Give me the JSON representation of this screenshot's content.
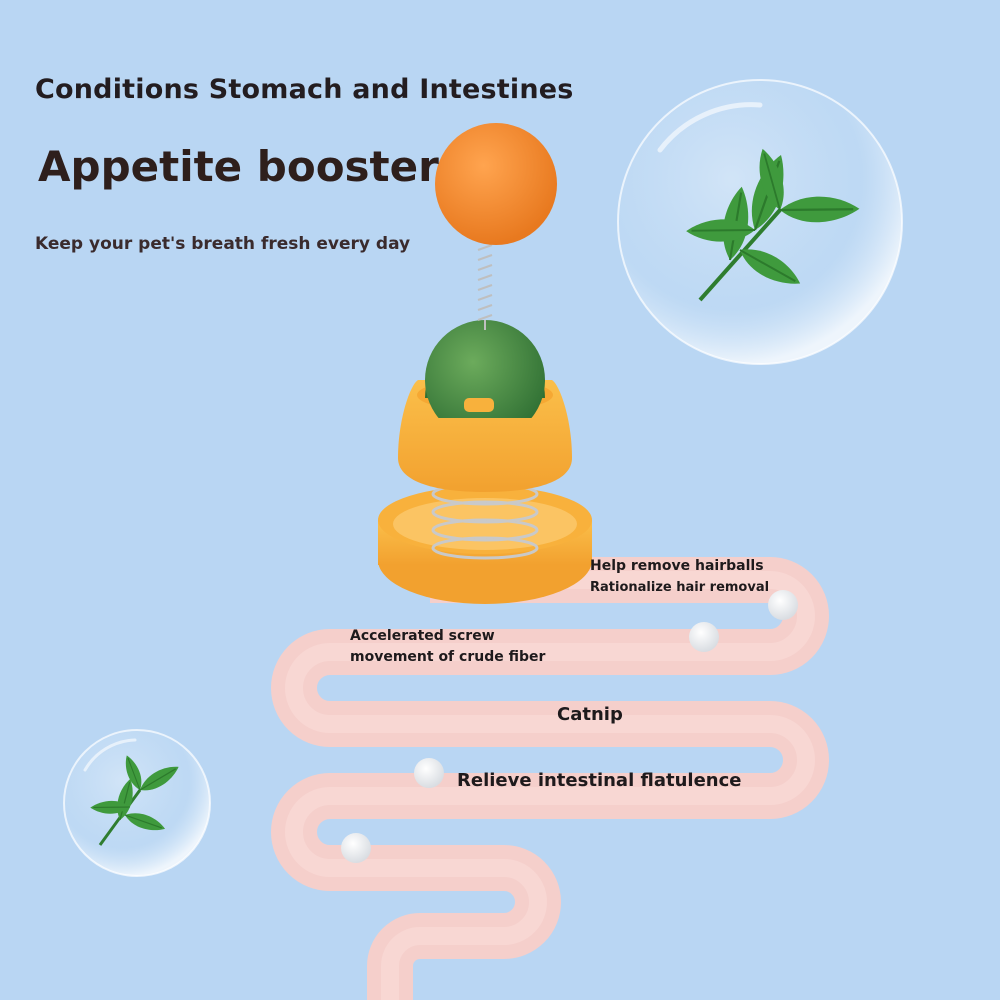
{
  "headline": "Conditions Stomach and Intestines",
  "title": "Appetite booster",
  "subtitle": "Keep your pet's breath fresh every day",
  "labels": {
    "hairballs": "Help remove hairballs",
    "hair_removal": "Rationalize hair removal",
    "screw_line1": "Accelerated screw",
    "screw_line2": "movement of crude fiber",
    "catnip": "Catnip",
    "flatulence": "Relieve intestinal flatulence"
  },
  "colors": {
    "background": "#b9d6f3",
    "intestine": "#f5cfcb",
    "toy_orange": "#f8b13c",
    "catnip_green": "#4f9a4a",
    "mint_leaf": "#3f9a3d"
  },
  "icons": [
    "mint-leaf-icon",
    "bubble-icon"
  ]
}
